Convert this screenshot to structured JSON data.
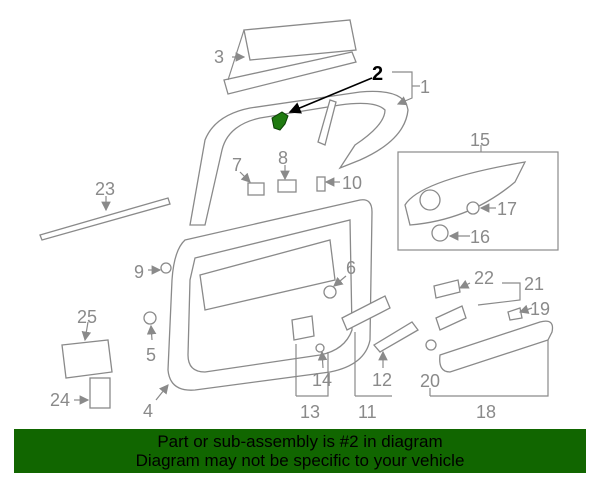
{
  "diagram": {
    "highlighted_part": "2",
    "highlight_color": "#1f7a10",
    "labels": {
      "l1": "1",
      "l2": "2",
      "l3": "3",
      "l4": "4",
      "l5": "5",
      "l6": "6",
      "l7": "7",
      "l8": "8",
      "l9": "9",
      "l10": "10",
      "l11": "11",
      "l12": "12",
      "l13": "13",
      "l14": "14",
      "l15": "15",
      "l16": "16",
      "l17": "17",
      "l18": "18",
      "l19": "19",
      "l20": "20",
      "l21": "21",
      "l22": "22",
      "l23": "23",
      "l24": "24",
      "l25": "25"
    }
  },
  "banner": {
    "line1": "Part or sub-assembly is #2 in diagram",
    "line2": "Diagram may not be specific to your vehicle",
    "color": "#116600"
  }
}
